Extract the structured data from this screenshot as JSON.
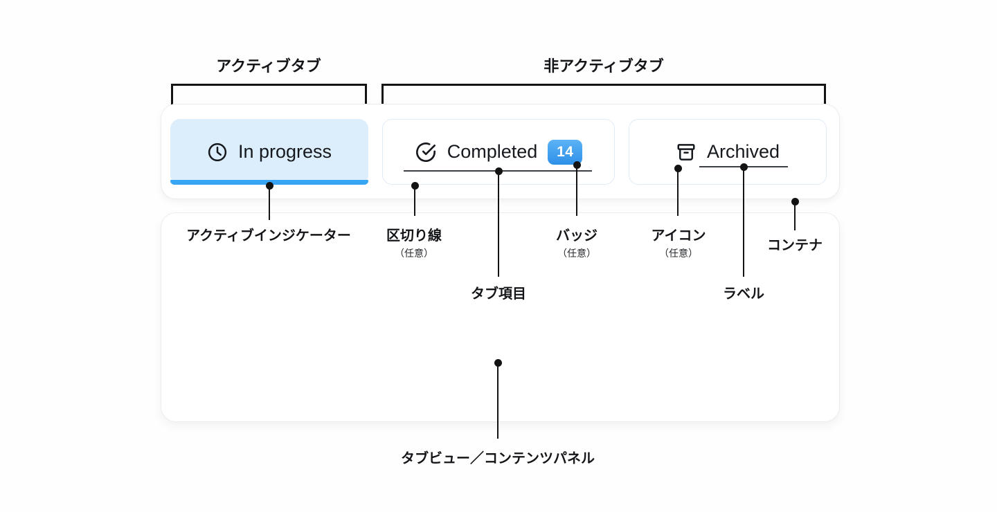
{
  "diagram": {
    "group_labels": {
      "active_tab": "アクティブタブ",
      "inactive_tab": "非アクティブタブ"
    },
    "tabs": {
      "in_progress": {
        "label": "In progress",
        "icon": "clock-icon",
        "state": "active"
      },
      "completed": {
        "label": "Completed",
        "icon": "check-circle-icon",
        "badge": "14",
        "state": "inactive"
      },
      "archived": {
        "label": "Archived",
        "icon": "archive-icon",
        "state": "inactive"
      }
    },
    "annotations": {
      "active_indicator": "アクティブインジケーター",
      "divider": "区切り線",
      "divider_note": "（任意）",
      "tab_item": "タブ項目",
      "badge": "バッジ",
      "badge_note": "（任意）",
      "icon": "アイコン",
      "icon_note": "（任意）",
      "label": "ラベル",
      "container": "コンテナ",
      "panel": "タブビュー／コンテンツパネル"
    },
    "colors": {
      "active_tab_bg": "#dcedfb",
      "active_indicator": "#38a5f4",
      "badge_gradient_top": "#5cb2f5",
      "badge_gradient_bottom": "#2e90e8",
      "annotation_ink": "#131313"
    }
  }
}
